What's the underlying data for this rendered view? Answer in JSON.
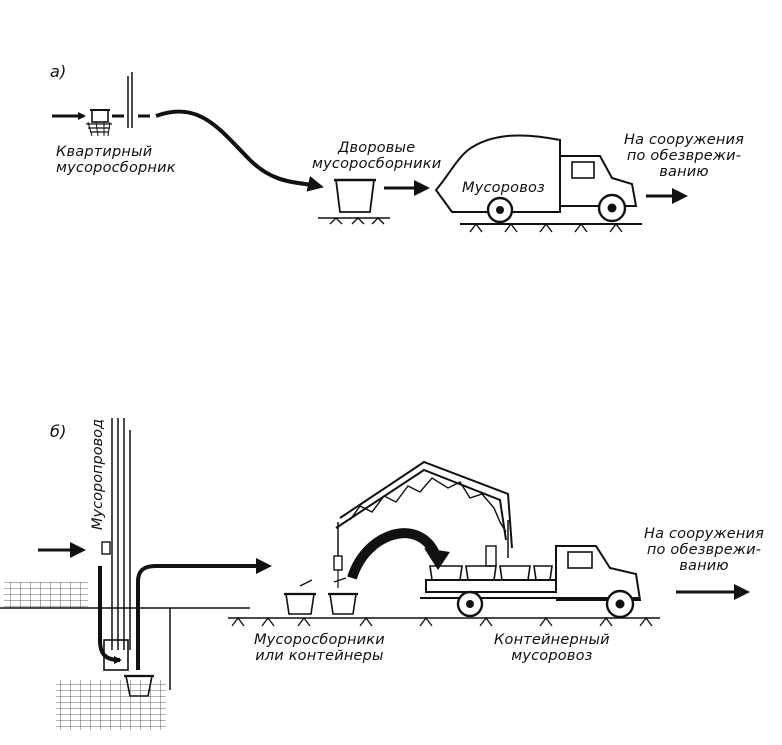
{
  "diagram": {
    "panel_a": {
      "tag": "а)",
      "apartment_collector": [
        "Квартирный",
        "мусоросборник"
      ],
      "yard_collectors": [
        "Дворовые",
        "мусоросборники"
      ],
      "truck": "Мусоровоз",
      "destination": [
        "На сооружения",
        "по обезврежи-",
        "ванию"
      ]
    },
    "panel_b": {
      "tag": "б)",
      "chute": "Мусоропровод",
      "collectors": [
        "Мусоросборники",
        "или контейнеры"
      ],
      "truck": [
        "Контейнерный",
        "мусоровоз"
      ],
      "destination": [
        "На сооружения",
        "по обезврежи-",
        "ванию"
      ]
    },
    "colors": {
      "ink": "#111111",
      "background": "#ffffff"
    }
  }
}
